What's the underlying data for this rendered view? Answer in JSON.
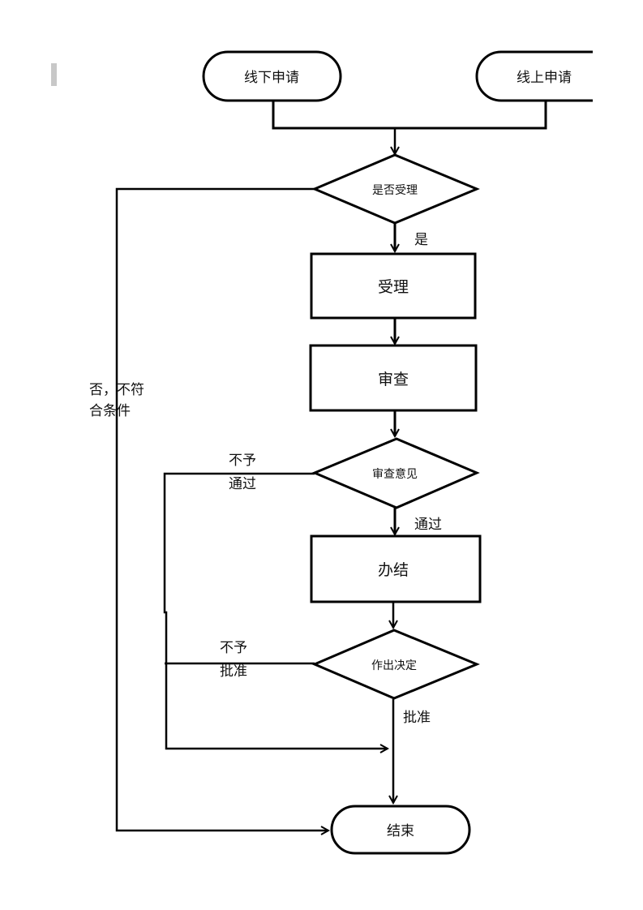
{
  "diagram": {
    "type": "flowchart",
    "nodes": {
      "offline_apply": {
        "shape": "terminator",
        "label": "线下申请"
      },
      "online_apply": {
        "shape": "terminator",
        "label": "线上申请"
      },
      "accept_decision": {
        "shape": "decision",
        "label": "是否受理"
      },
      "accept": {
        "shape": "process",
        "label": "受理"
      },
      "review": {
        "shape": "process",
        "label": "审查"
      },
      "review_opinion": {
        "shape": "decision",
        "label": "审查意见"
      },
      "complete": {
        "shape": "process",
        "label": "办结"
      },
      "make_decision": {
        "shape": "decision",
        "label": "作出决定"
      },
      "end": {
        "shape": "terminator",
        "label": "结束"
      }
    },
    "edge_labels": {
      "yes": "是",
      "no_line1": "否，不符",
      "no_line2": "合条件",
      "reject_review_line1": "不予",
      "reject_review_line2": "通过",
      "pass": "通过",
      "reject_decision_line1": "不予",
      "reject_decision_line2": "批准",
      "approve": "批准"
    },
    "edges": [
      {
        "from": "offline_apply",
        "to": "accept_decision"
      },
      {
        "from": "online_apply",
        "to": "accept_decision"
      },
      {
        "from": "accept_decision",
        "to": "accept",
        "label": "是"
      },
      {
        "from": "accept_decision",
        "to": "end",
        "label": "否，不符合条件"
      },
      {
        "from": "accept",
        "to": "review"
      },
      {
        "from": "review",
        "to": "review_opinion"
      },
      {
        "from": "review_opinion",
        "to": "complete",
        "label": "通过"
      },
      {
        "from": "review_opinion",
        "to": "end",
        "label": "不予通过"
      },
      {
        "from": "complete",
        "to": "make_decision"
      },
      {
        "from": "make_decision",
        "to": "end",
        "label": "批准"
      },
      {
        "from": "make_decision",
        "to": "end",
        "label": "不予批准"
      }
    ]
  }
}
